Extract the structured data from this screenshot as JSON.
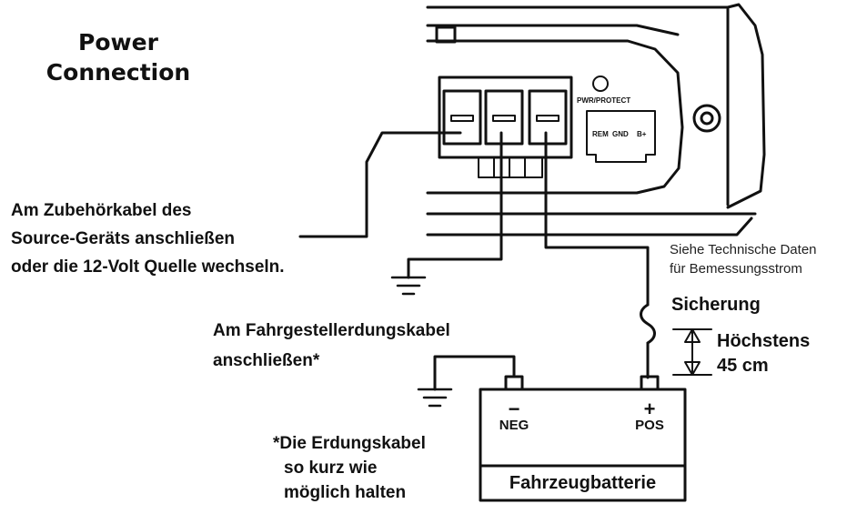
{
  "title": {
    "line1": "Power",
    "line2": "Connection"
  },
  "amplifier": {
    "protect_label": "PWR/PROTECT",
    "port_labels": {
      "rem": "REM",
      "gnd": "GND",
      "b_plus": "B+"
    }
  },
  "labels": {
    "source_line1": "Am Zubehörkabel des",
    "source_line2": "Source-Geräts anschließen",
    "source_line3": "oder die 12-Volt Quelle wechseln.",
    "chassis_line1": "Am Fahrgestellerdungskabel",
    "chassis_line2": "anschließen*",
    "note_line1": "*Die Erdungskabel",
    "note_line2": "so kurz wie",
    "note_line3": "möglich halten",
    "spec_line1": "Siehe Technische Daten",
    "spec_line2": "für Bemessungsstrom",
    "fuse": "Sicherung",
    "max_line1": "Höchstens",
    "max_line2": "45 cm"
  },
  "battery": {
    "name": "Fahrzeugbatterie",
    "neg_sign": "−",
    "neg_label": "NEG",
    "pos_sign": "+",
    "pos_label": "POS"
  },
  "colors": {
    "line": "#111111",
    "background": "#ffffff"
  }
}
